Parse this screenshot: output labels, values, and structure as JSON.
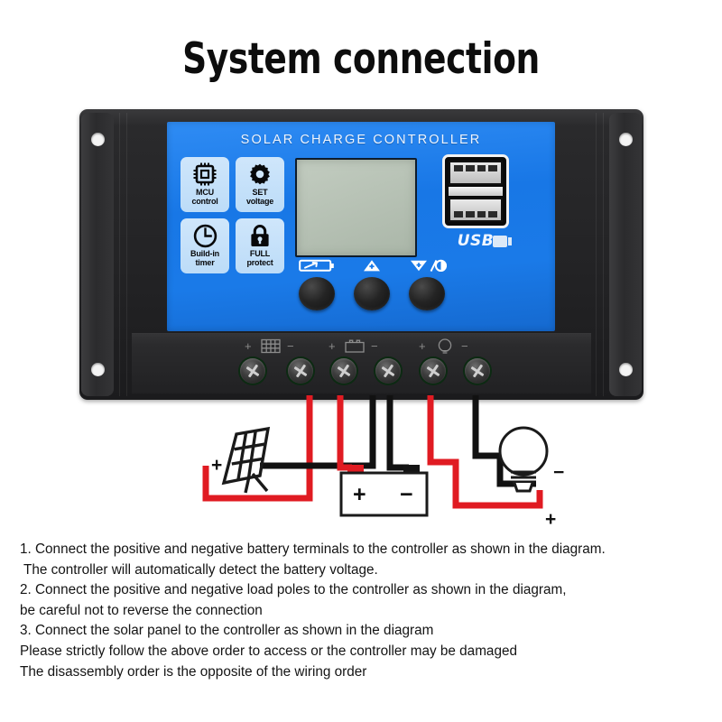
{
  "title": "System connection",
  "device": {
    "brand_text": "SOLAR CHARGE CONTROLLER",
    "badges": [
      {
        "icon": "mcu-chip-icon",
        "line1": "MCU",
        "line2": "control"
      },
      {
        "icon": "gear-icon",
        "line1": "SET",
        "line2": "voltage"
      },
      {
        "icon": "clock-icon",
        "line1": "Build-in",
        "line2": "timer"
      },
      {
        "icon": "lock-icon",
        "line1": "FULL",
        "line2": "protect"
      }
    ],
    "lcd": {
      "label": "lcd-display",
      "value": ""
    },
    "usb": {
      "label": "USB",
      "ports": 2
    },
    "buttons": [
      {
        "name": "menu-button",
        "icon": "battery-arrow-icon"
      },
      {
        "name": "up-button",
        "icon": "up-triangle-icon"
      },
      {
        "name": "down-button",
        "icon": "down-triangle-brightness-icon"
      }
    ],
    "terminals": [
      {
        "name": "solar-positive",
        "sign": "+",
        "group": "solar"
      },
      {
        "name": "solar-negative",
        "sign": "−",
        "group": "solar"
      },
      {
        "name": "battery-positive",
        "sign": "+",
        "group": "battery"
      },
      {
        "name": "battery-negative",
        "sign": "−",
        "group": "battery"
      },
      {
        "name": "load-positive",
        "sign": "+",
        "group": "load"
      },
      {
        "name": "load-negative",
        "sign": "−",
        "group": "load"
      }
    ],
    "terminal_groups": [
      {
        "name": "solar-group",
        "icon": "solar-panel-icon",
        "plus": "+",
        "minus": "−"
      },
      {
        "name": "battery-group",
        "icon": "battery-icon",
        "plus": "+",
        "minus": "−"
      },
      {
        "name": "load-group",
        "icon": "lamp-icon",
        "plus": "+",
        "minus": "−"
      }
    ]
  },
  "diagram": {
    "solar": {
      "name": "solar-panel",
      "plus": "+",
      "minus": "−"
    },
    "battery": {
      "name": "battery",
      "plus": "+",
      "minus": "−"
    },
    "load": {
      "name": "light-bulb",
      "plus": "+",
      "minus": "−"
    },
    "wire_colors": {
      "positive": "#e01b22",
      "negative": "#111111"
    }
  },
  "instructions": [
    "1. Connect the positive and negative battery terminals to the controller as shown in the diagram.",
    " The controller will automatically detect the battery voltage.",
    "2. Connect the positive and negative load poles to the controller as shown in the diagram,",
    "be careful not to reverse the connection",
    "3. Connect the solar panel to the controller as shown in the diagram",
    "Please strictly follow the above order to access or the controller may be damaged",
    "The disassembly order is the opposite of the wiring order"
  ]
}
